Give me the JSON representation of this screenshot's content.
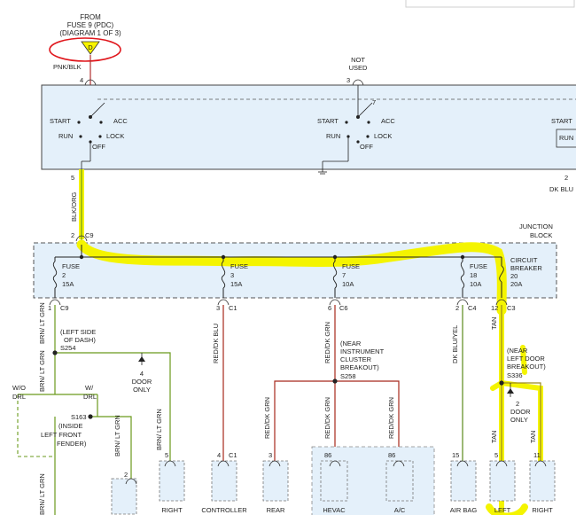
{
  "header": {
    "from_line1": "FROM",
    "from_line2": "FUSE 9 (PDC)",
    "from_line3": "(DIAGRAM 1 OF 3)",
    "connector_letter": "D",
    "wire_top": "PNK/BLK",
    "not_used_1": "NOT",
    "not_used_2": "USED"
  },
  "switch": {
    "pin_left": "4",
    "pin_mid": "3",
    "pin_bottom_left": "5",
    "pin_bottom_right": "2",
    "start": "START",
    "run": "RUN",
    "off": "OFF",
    "acc": "ACC",
    "lock": "LOCK",
    "num7": "7",
    "start_right": "START",
    "right_wire": "DK BLU"
  },
  "wires": {
    "blk_org": "BLK/ORG"
  },
  "junction_block": {
    "title1": "JUNCTION",
    "title2": "BLOCK",
    "c9_top_pin": "2",
    "c9_top_label": "C9",
    "fuses": [
      {
        "name": "FUSE",
        "num": "2",
        "amp": "15A"
      },
      {
        "name": "FUSE",
        "num": "3",
        "amp": "15A"
      },
      {
        "name": "FUSE",
        "num": "7",
        "amp": "10A"
      },
      {
        "name": "FUSE",
        "num": "18",
        "amp": "10A"
      },
      {
        "name": "CIRCUIT",
        "num": "BREAKER",
        "amp": "20"
      }
    ],
    "cb_amp": "20A",
    "outputs": [
      {
        "pin": "1",
        "conn": "C9"
      },
      {
        "pin": "3",
        "conn": "C1"
      },
      {
        "pin": "6",
        "conn": "C6"
      },
      {
        "pin": "2",
        "conn": "C4"
      },
      {
        "pin": "12",
        "conn": "C3"
      }
    ]
  },
  "wire_labels": {
    "brn_lt_grn": "BRN/ LT GRN",
    "red_dk_blu": "RED/DK BLU",
    "red_dk_grn": "RED/DK GRN",
    "dk_blu_yel": "DK BLU/YEL",
    "tan": "TAN"
  },
  "splices": {
    "s254_1": "(LEFT SIDE",
    "s254_2": "OF DASH)",
    "s254_3": "S254",
    "door_num": "4",
    "door_l1": "DOOR",
    "door_l2": "ONLY",
    "wo_1": "W/O",
    "wo_2": "DRL",
    "w_1": "W/",
    "w_2": "DRL",
    "s163_1": "S163",
    "s163_2": "(INSIDE",
    "s163_3": "LEFT FRONT",
    "s163_4": "FENDER)",
    "s258_1": "(NEAR",
    "s258_2": "INSTRUMENT",
    "s258_3": "CLUSTER",
    "s258_4": "BREAKOUT)",
    "s258_5": "S258",
    "s336_1": "(NEAR",
    "s336_2": "LEFT DOOR",
    "s336_3": "BREAKOUT)",
    "s336_4": "S336",
    "door2_num": "2",
    "door2_l1": "DOOR",
    "door2_l2": "ONLY"
  },
  "bottom": {
    "p5a": "5",
    "p4": "4",
    "c1": "C1",
    "p3": "3",
    "p86a": "86",
    "p86b": "86",
    "p15": "15",
    "p5b": "5",
    "p11": "11",
    "p2": "2",
    "right": "RIGHT",
    "controller": "CONTROLLER",
    "rear": "REAR",
    "hevac": "HEVAC",
    "ac": "A/C",
    "airbag": "AIR BAG",
    "left": "LEFT",
    "right2": "RIGHT"
  },
  "colors": {
    "box_fill": "#e4f0fa",
    "highlight": "#f4f400",
    "green_wire": "#6a9a1c",
    "red_wire": "#a8281c",
    "olive_wire": "#9a8a20",
    "annotation_red": "#e0161c"
  }
}
